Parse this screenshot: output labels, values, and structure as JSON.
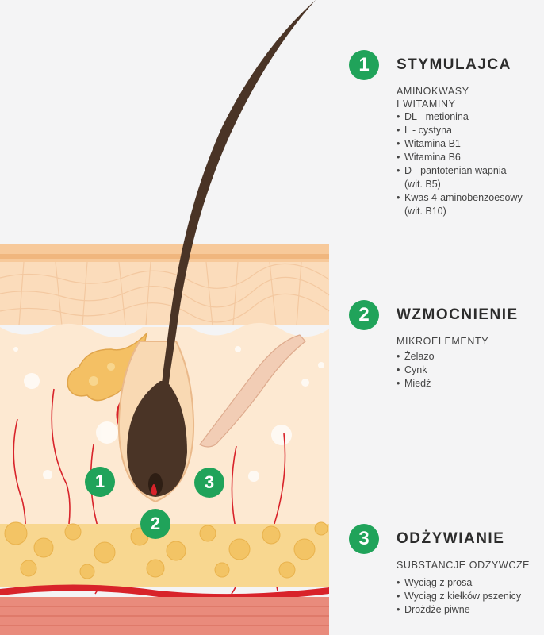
{
  "figure_labels": [
    "1",
    "2",
    "3"
  ],
  "sections": [
    {
      "number": "1",
      "title": "STYMULAJCA",
      "subtitle": "AMINOKWASY\nI WITAMINY",
      "items": [
        "DL - metionina",
        "L - cystyna",
        "Witamina B1",
        "Witamina B6",
        "D - pantotenian wapnia\n(wit. B5)",
        "Kwas 4-aminobenzoesowy\n(wit. B10)"
      ]
    },
    {
      "number": "2",
      "title": "WZMOCNIENIE",
      "subtitle": "MIKROELEMENTY",
      "items": [
        "Żelazo",
        "Cynk",
        "Miedź"
      ]
    },
    {
      "number": "3",
      "title": "ODŻYWIANIE",
      "subtitle": "SUBSTANCJE ODŻYWCZE",
      "items": [
        "Wyciąg z prosa",
        "Wyciąg z kiełków pszenicy",
        "Drożdże piwne"
      ]
    }
  ],
  "colors": {
    "accent_green": "#20a35a",
    "hair": "#4a3426",
    "skin_top": "#f7c99a",
    "dermis": "#fbe4c8",
    "fat": "#f6c975",
    "blood_vessel": "#d8232a",
    "muscle_layer": "#e98b7c"
  }
}
